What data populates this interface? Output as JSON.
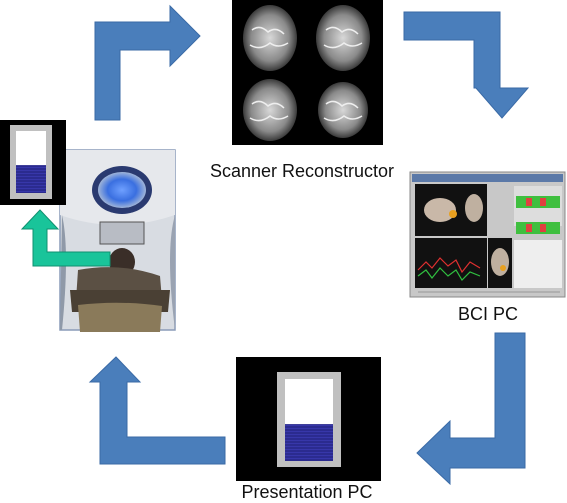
{
  "labels": {
    "scanner": "Scanner Reconstructor",
    "bci": "BCI PC",
    "presentation": "Presentation PC"
  },
  "colors": {
    "flow_arrow": "#4a7ebb",
    "feedback_arrow": "#19c49a",
    "feedback_bar": "#2b2b8f",
    "background_panel": "#000000"
  },
  "feedback_level": 0.45
}
